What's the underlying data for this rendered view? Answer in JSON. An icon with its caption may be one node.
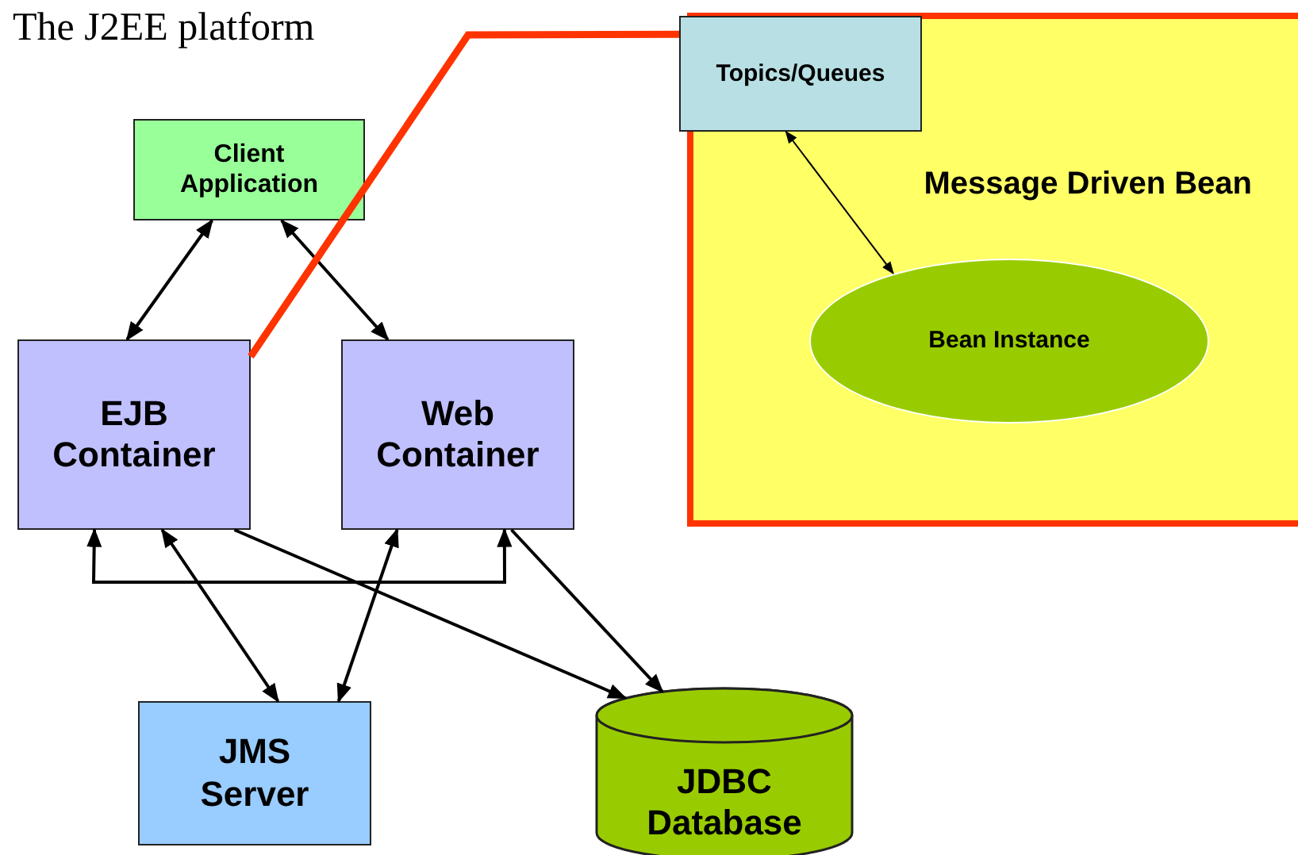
{
  "diagram": {
    "title": "The J2EE platform",
    "nodes": [
      {
        "text": [
          "Client Application"
        ]
      },
      {
        "text": [
          "EJB Container"
        ]
      },
      {
        "text": [
          "Web Container"
        ]
      },
      {
        "text": [
          "JMS Server"
        ]
      },
      {
        "text": [
          "JDBC Database"
        ]
      },
      {
        "text": [
          "Message Driven Bean"
        ]
      },
      {
        "text": [
          "Topics/Queues"
        ],
        "in": 5
      },
      {
        "text": [
          "Bean Instance"
        ],
        "in": 5
      }
    ],
    "edges": [
      {
        "from": 0,
        "to": 1,
        "arrow": "both"
      },
      {
        "from": 0,
        "to": 2,
        "arrow": "both"
      },
      {
        "from": 1,
        "to": 2,
        "arrow": "both"
      },
      {
        "from": 1,
        "to": 3,
        "arrow": "both"
      },
      {
        "from": 2,
        "to": 3,
        "arrow": "both"
      },
      {
        "from": 1,
        "to": 4,
        "arrow": "to"
      },
      {
        "from": 2,
        "to": 4,
        "arrow": "to"
      },
      {
        "from": 1,
        "to": 6,
        "arrow": "none",
        "style": "thick",
        "color": "#ff3300"
      },
      {
        "from": 6,
        "to": 7,
        "arrow": "both"
      }
    ]
  }
}
